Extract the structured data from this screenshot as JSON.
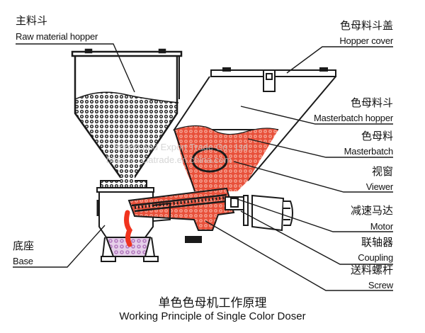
{
  "title": {
    "zh": "单色色母机工作原理",
    "en": "Working Principle of Single Color Doser"
  },
  "labels": {
    "raw_hopper": {
      "zh": "主料斗",
      "en": "Raw material hopper"
    },
    "hopper_cover": {
      "zh": "色母料斗盖",
      "en": "Hopper cover"
    },
    "masterbatch_hopper": {
      "zh": "色母料斗",
      "en": "Masterbatch hopper"
    },
    "masterbatch": {
      "zh": "色母料",
      "en": "Masterbatch"
    },
    "viewer": {
      "zh": "视窗",
      "en": "Viewer"
    },
    "motor": {
      "zh": "减速马达",
      "en": "Motor"
    },
    "coupling": {
      "zh": "联轴器",
      "en": "Coupling"
    },
    "screw": {
      "zh": "送料螺杆",
      "en": "Screw"
    },
    "base": {
      "zh": "底座",
      "en": "Base"
    }
  },
  "watermark": {
    "line1": "...Import and Export Trade Co., Ltd",
    "line2": "https://...ciatrade.en.china.com"
  },
  "colors": {
    "line": "#1a1a1a",
    "masterbatch_fill": "#e8503a",
    "masterbatch_dot": "#f6a898",
    "raw_fill": "#2a2a2a",
    "base_fill": "#c89ad0",
    "stream": "#f0331e"
  }
}
